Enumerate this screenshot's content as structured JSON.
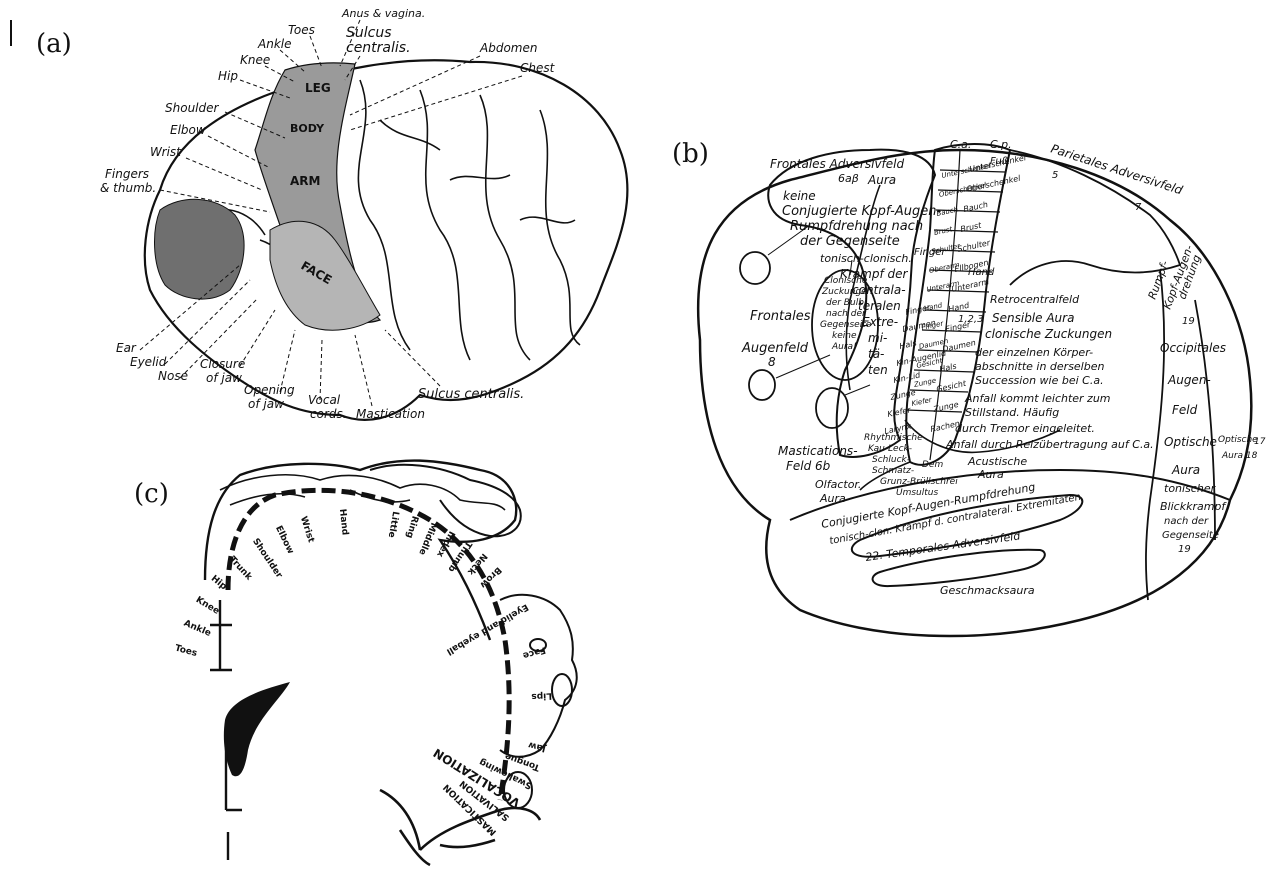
{
  "panels": {
    "a": {
      "label": "(a)",
      "labels": {
        "toes": "Toes",
        "anus": "Anus & vagina.",
        "sulcus_top": "Sulcus",
        "centralis_top": "centralis.",
        "ankle": "Ankle",
        "knee": "Knee",
        "hip": "Hip",
        "abdomen": "Abdomen",
        "chest": "Chest",
        "shoulder": "Shoulder",
        "elbow": "Elbow",
        "wrist": "Wrist",
        "fingers": "Fingers",
        "thumb": "& thumb.",
        "leg": "LEG",
        "body": "BODY",
        "arm": "ARM",
        "face": "FACE",
        "ear": "Ear",
        "eyelid": "Eyelid",
        "nose": "Nose",
        "closure": "Closure",
        "of_jaw": "of jaw.",
        "opening": "Opening",
        "of_jaw2": "of jaw",
        "vocal": "Vocal",
        "cords": "cords.",
        "mastication": "Mastication",
        "sulcus_bottom": "Sulcus centralis."
      }
    },
    "b": {
      "label": "(b)",
      "labels": {
        "frontales_adversivfeld": "Frontales Adversivfeld",
        "n6ab": "6aβ",
        "aura": "Aura",
        "keine": "keine",
        "conjugierte1": "Conjugierte Kopf-Augen-",
        "conjugierte2": "Rumpfdrehung nach",
        "conjugierte3": "der Gegenseite",
        "conjugierte4": "tonisch-clonisch.",
        "krampf1": "Krampf der",
        "krampf2": "contrala-",
        "krampf3": "teralen",
        "krampf4": "Extre-",
        "krampf5": "mi-",
        "krampf6": "tä-",
        "krampf7": "ten",
        "ca": "C.a.",
        "cp": "C.p.",
        "fuss": "Fuß",
        "parietales": "Parietales Adversivfeld",
        "n5": "5",
        "n7": "7",
        "frontales": "Frontales",
        "augenfeld": "Augenfeld",
        "n8": "8",
        "clon1": "Clonische",
        "clon2": "Zuckungen",
        "clon3": "der Bulbi",
        "clon4": "nach der",
        "clon5": "Gegenseite",
        "clon6": "keine",
        "clon7": "Aura!",
        "finger": "Finger",
        "hand": "Hand",
        "retro": "Retrocentralfeld",
        "n123": "1,2,3",
        "sensible": "Sensible Aura",
        "clonz": "clonische Zuckungen",
        "einzeln": "der einzelnen Körper-",
        "abschn": "abschnitte in derselben",
        "succ": "Succession wie bei C.a.",
        "anfall1": "Anfall kommt leichter zum",
        "anfall2": "Stillstand. Häufig",
        "tremor": "durch Tremor eingeleitet.",
        "reiz": "Anfall durch Reizübertragung auf C.a.",
        "rumpf1": "Rumpf-",
        "rumpf2": "Kopf-Augen-",
        "rumpf3": "drehung",
        "n19": "19",
        "occ1": "Occipitales",
        "occ2": "Augen-",
        "occ3": "Feld",
        "opt1": "Optische",
        "opt2": "Aura",
        "opt3": "tonischer",
        "blick1": "Blickkrampf",
        "blick2": "nach der",
        "blick3": "Gegenseite",
        "n19b": "19",
        "opt4": "Optische",
        "opt5": "Aura 18",
        "n17": "17",
        "mast1": "Mastications-",
        "mast2": "Feld 6b",
        "rhyth1": "Rhythmische",
        "rhyth2": "Kau-Leck-",
        "rhyth3": "Schluck-",
        "rhyth4": "Schmatz-",
        "dem": "Dem",
        "grunz": "Grunz-Brüllschrei",
        "umsultus": "Umsultus",
        "olfactor": "Olfactor.",
        "aura2": "Aura",
        "akust1": "Acustische",
        "akust2": "Aura",
        "conj_bottom1": "Conjugierte Kopf-Augen-Rumpfdrehung",
        "conj_bottom2": "tonisch-clon. Krampf d. contralateral. Extremitäten",
        "temporales": "22. Temporales Adversivfeld",
        "geschm": "Geschmacksaura",
        "small_labels": [
          "Unterschenkel",
          "Oberschenkel",
          "Bauch",
          "Brust",
          "Schulter",
          "Oberarm",
          "Unterarm",
          "Hand",
          "Finger",
          "Daumen",
          "Gesicht",
          "Zunge",
          "Kiefer"
        ],
        "strip_right": [
          "Unterschenkel",
          "Oberschenkel",
          "Bauch",
          "Brust",
          "Schulter",
          "Ellbogen",
          "Unterarm",
          "Hand",
          "Finger",
          "Daumen",
          "Hals",
          "Gesicht",
          "Zunge",
          "Rachen"
        ],
        "strip_left": [
          "Finger",
          "Daumen",
          "Hals",
          "Kin-Augenlid",
          "Kin-Lid",
          "Zunge",
          "Kiefer",
          "Larynx"
        ]
      }
    },
    "c": {
      "label": "(c)",
      "labels": [
        "Toes",
        "Ankle",
        "Knee",
        "Hip",
        "Trunk",
        "Shoulder",
        "Elbow",
        "Wrist",
        "Hand",
        "Little",
        "Ring",
        "Middle",
        "Index",
        "Thumb",
        "Neck",
        "Brow",
        "Eyelid and eyeball",
        "Face",
        "Lips",
        "Jaw",
        "Tongue",
        "Swallowing",
        "VOCALIZATION",
        "SALIVATION",
        "MASTICATION"
      ]
    }
  }
}
